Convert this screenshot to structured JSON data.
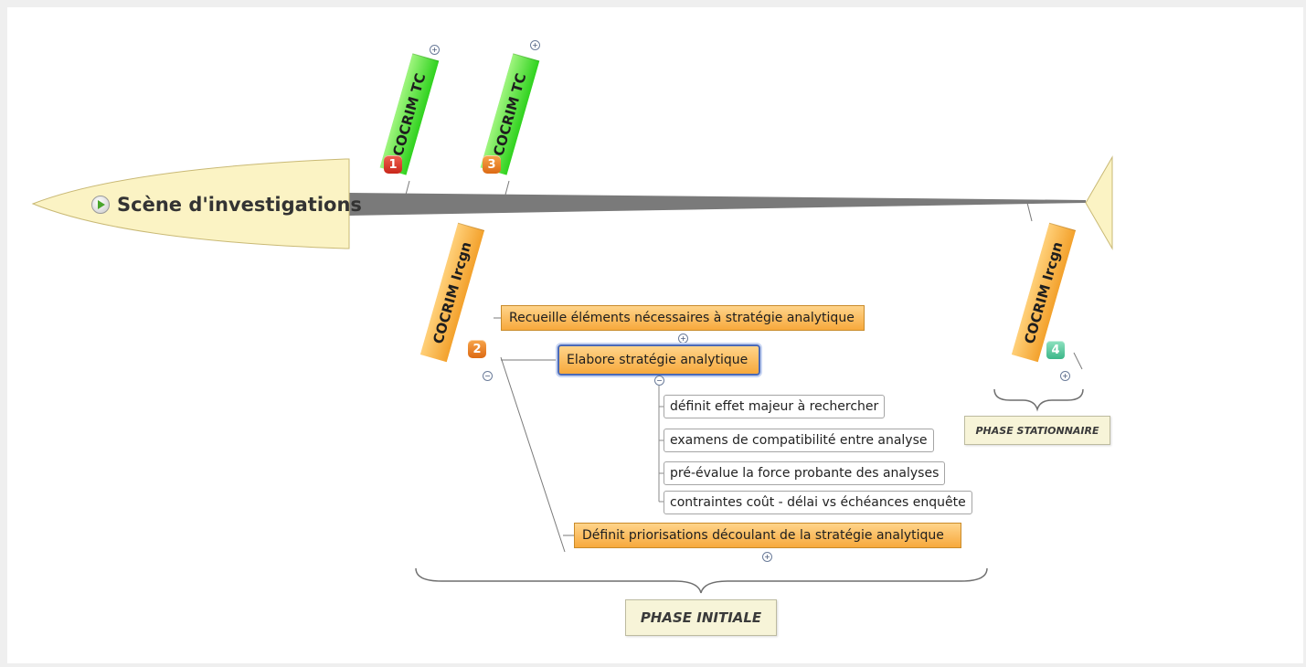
{
  "head": {
    "label": "Scène d'investigations",
    "icon": "play-icon"
  },
  "branches": {
    "b1": {
      "label": "COCRIM TC",
      "badge": "1"
    },
    "b3": {
      "label": "COCRIM TC",
      "badge": "3"
    },
    "b2": {
      "label": "COCRIM Ircgn",
      "badge": "2"
    },
    "b4": {
      "label": "COCRIM Ircgn",
      "badge": "4"
    }
  },
  "topics": {
    "recueille": "Recueille éléments nécessaires à stratégie analytique",
    "elabore": "Elabore stratégie analytique",
    "definit_prio": "Définit priorisations découlant de la stratégie analytique"
  },
  "subtopics": [
    "définit effet majeur à rechercher",
    "examens de compatibilité entre analyse",
    "pré-évalue la force probante des analyses",
    "contraintes coût - délai vs échéances enquête"
  ],
  "phases": {
    "initiale": "PHASE INITIALE",
    "stationnaire": "PHASE STATIONNAIRE"
  },
  "toggles": {
    "expand": "+",
    "collapse": "−"
  },
  "colors": {
    "spine": "#7a7a7a",
    "head_fill": "#fbf3c4",
    "green_branch": "#2fd21e",
    "orange_branch": "#f3a12c",
    "selection": "#4a6ab8"
  }
}
